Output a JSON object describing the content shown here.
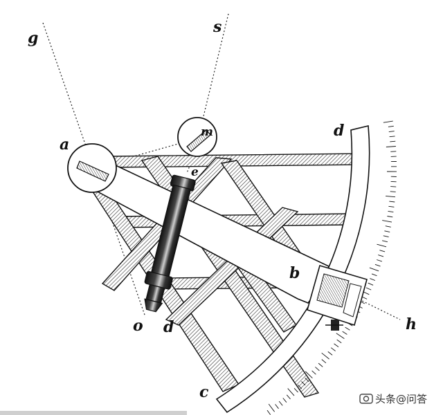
{
  "diagram": {
    "labels": {
      "g": "g",
      "s": "s",
      "a": "a",
      "m": "m",
      "e": "e",
      "d_top": "d",
      "b": "b",
      "h": "h",
      "o": "o",
      "d_bottom": "d",
      "c": "c"
    },
    "watermark": {
      "text": "头条@问答",
      "icon": "camera-icon"
    }
  }
}
